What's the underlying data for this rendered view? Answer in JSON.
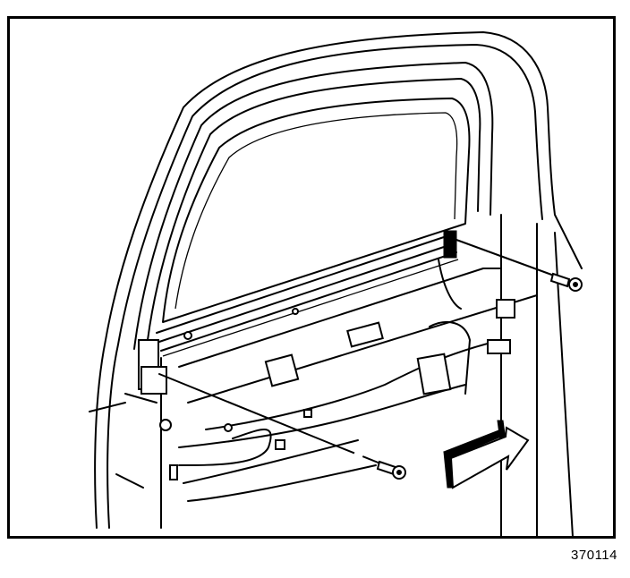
{
  "figure": {
    "id_label": "370114",
    "subject": "front-door-window-regulator-bolts",
    "callouts": [
      {
        "name": "rear-bolt",
        "icon": "bolt-icon"
      },
      {
        "name": "front-bolt",
        "icon": "bolt-icon"
      }
    ],
    "direction_indicator": {
      "icon": "arrow-right-icon",
      "meaning": "front-of-vehicle"
    }
  },
  "colors": {
    "line": "#000000",
    "background": "#ffffff"
  }
}
